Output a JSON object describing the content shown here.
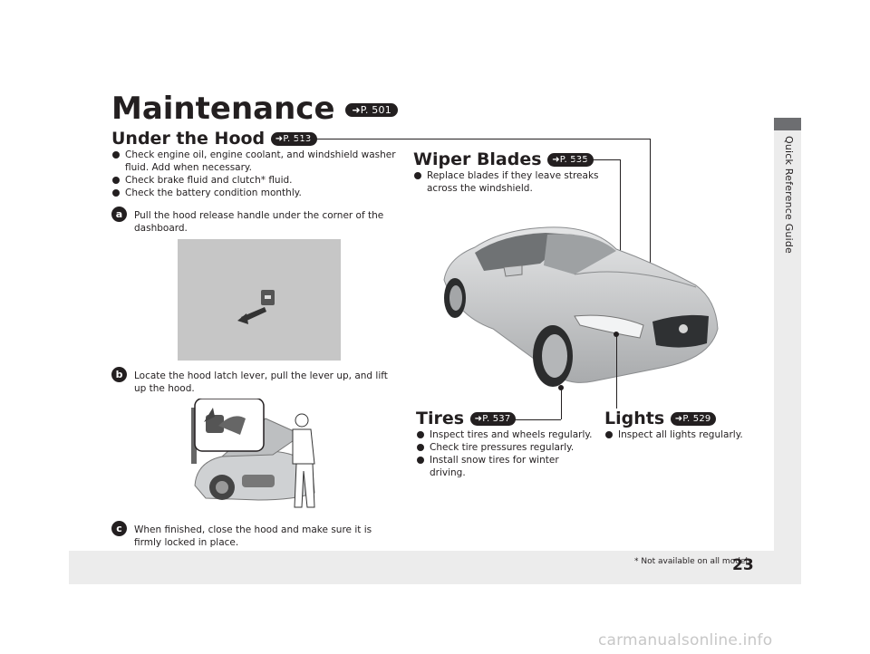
{
  "page": {
    "title": "Maintenance",
    "title_ref": "P. 501",
    "side_label": "Quick Reference Guide",
    "page_number": "23",
    "footnote": "* Not available on all models",
    "watermark": "carmanualsonline.info"
  },
  "under_hood": {
    "heading": "Under the Hood",
    "ref": "P. 513",
    "bullets": [
      "Check engine oil, engine coolant, and windshield washer fluid. Add when necessary.",
      "Check brake fluid and clutch* fluid.",
      "Check the battery condition monthly."
    ],
    "steps": [
      {
        "num": "a",
        "text": "Pull the hood release handle under the corner of the dashboard."
      },
      {
        "num": "b",
        "text": "Locate the hood latch lever, pull the lever up, and lift up the hood."
      },
      {
        "num": "c",
        "text": "When finished, close the hood and make sure it is firmly locked in place."
      }
    ]
  },
  "wiper": {
    "heading": "Wiper Blades",
    "ref": "P. 535",
    "bullets": [
      "Replace blades if they leave streaks across the windshield."
    ]
  },
  "tires": {
    "heading": "Tires",
    "ref": "P. 537",
    "bullets": [
      "Inspect tires and wheels regularly.",
      "Check tire pressures regularly.",
      "Install snow tires for winter driving."
    ]
  },
  "lights": {
    "heading": "Lights",
    "ref": "P. 529",
    "bullets": [
      "Inspect all lights regularly."
    ]
  },
  "colors": {
    "text": "#231f20",
    "frame": "#ececec",
    "photo_bg": "#c9c9c9"
  }
}
